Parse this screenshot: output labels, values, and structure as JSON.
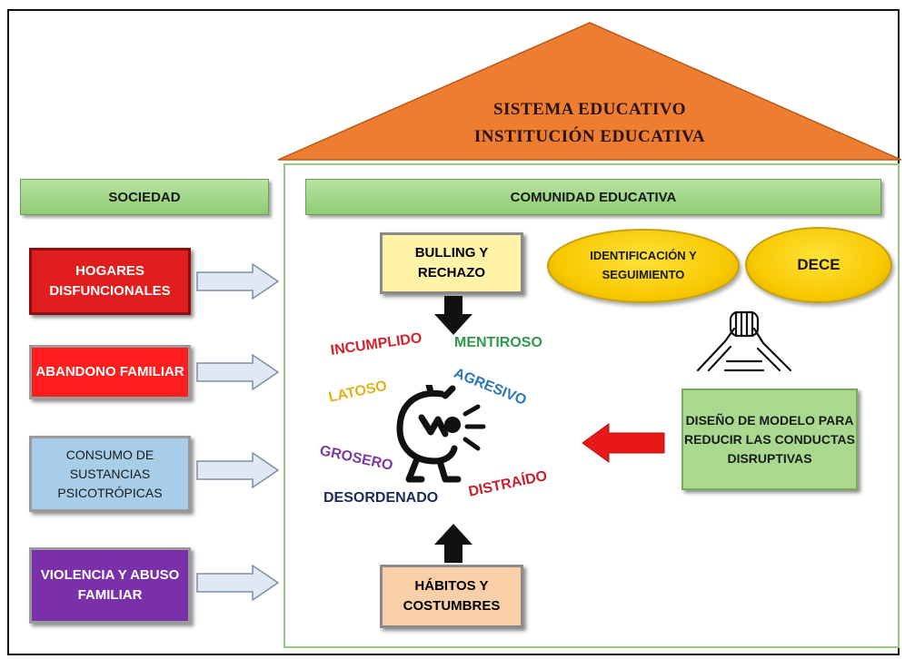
{
  "header": {
    "line1": "SISTEMA EDUCATIVO",
    "line2": "INSTITUCIÓN EDUCATIVA"
  },
  "society": {
    "title": "SOCIEDAD",
    "factors": [
      {
        "label": "HOGARES DISFUNCIONALES",
        "color": "#e21d1d",
        "text_color": "#ffffff"
      },
      {
        "label": "ABANDONO FAMILIAR",
        "color": "#ff1d1d",
        "text_color": "#ffffff"
      },
      {
        "label": "CONSUMO DE SUSTANCIAS PSICOTRÓPICAS",
        "color": "#a8cde8",
        "text_color": "#1a1a1a"
      },
      {
        "label": "VIOLENCIA Y ABUSO FAMILIAR",
        "color": "#7a30a8",
        "text_color": "#ffffff"
      }
    ]
  },
  "community": {
    "title": "COMUNIDAD EDUCATIVA",
    "bulling": "BULLING Y RECHAZO",
    "habits": "HÁBITOS Y COSTUMBRES",
    "identification": "IDENTIFICACIÓN Y SEGUIMIENTO",
    "dece": "DECE",
    "model": "DISEÑO DE MODELO PARA REDUCIR LAS CONDUCTAS DISRUPTIVAS"
  },
  "behaviors": [
    {
      "label": "INCUMPLIDO",
      "color": "#d8232a"
    },
    {
      "label": "MENTIROSO",
      "color": "#2e9a4a"
    },
    {
      "label": "AGRESIVO",
      "color": "#2a78b8"
    },
    {
      "label": "LATOSO",
      "color": "#e0b21a"
    },
    {
      "label": "GROSERO",
      "color": "#7a3aa0"
    },
    {
      "label": "DESORDENADO",
      "color": "#1e2a5a"
    },
    {
      "label": "DISTRAÍDO",
      "color": "#c8202e"
    }
  ],
  "colors": {
    "roof": "#ed7d31",
    "bars": "#9fd48a",
    "yellow_box": "#fff3a8",
    "peach_box": "#f9cfa8",
    "model_box": "#a9d98f",
    "red_arrow": "#e81818"
  },
  "icons": [
    "right-arrow-icon",
    "down-arrow-icon",
    "up-arrow-icon",
    "left-red-arrow-icon",
    "student-face-icon",
    "arm-wrestling-icon"
  ]
}
